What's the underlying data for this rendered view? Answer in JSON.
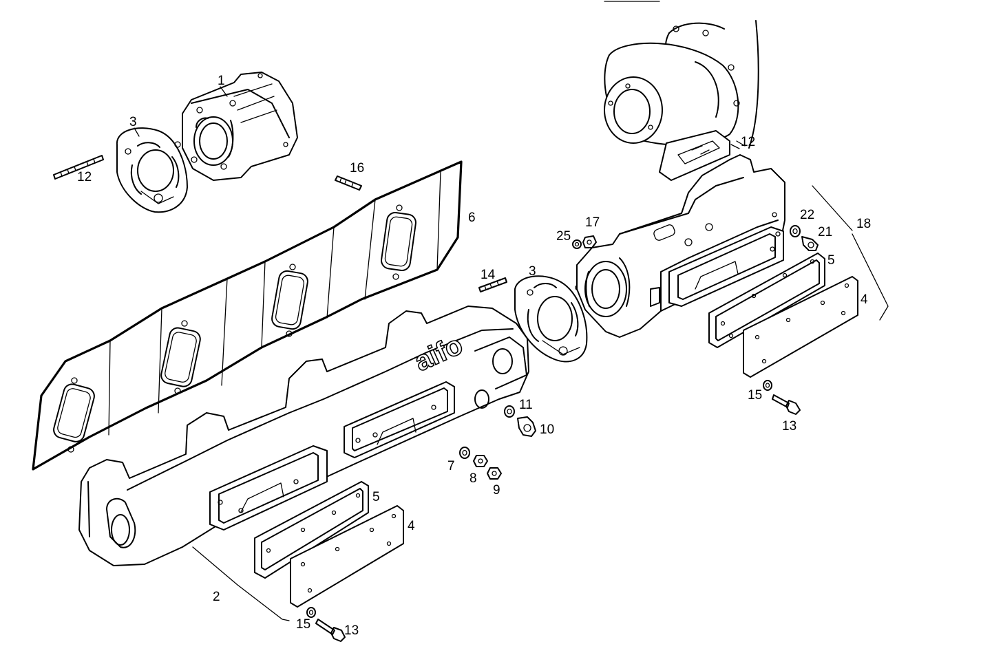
{
  "brand_mark": "aifo",
  "callouts": [
    {
      "id": "c1",
      "text": "1"
    },
    {
      "id": "c3a",
      "text": "3"
    },
    {
      "id": "c12a",
      "text": "12"
    },
    {
      "id": "c16",
      "text": "16"
    },
    {
      "id": "c6",
      "text": "6"
    },
    {
      "id": "c14",
      "text": "14"
    },
    {
      "id": "c3b",
      "text": "3"
    },
    {
      "id": "c25",
      "text": "25"
    },
    {
      "id": "c17",
      "text": "17"
    },
    {
      "id": "c12b",
      "text": "12"
    },
    {
      "id": "c22",
      "text": "22"
    },
    {
      "id": "c21",
      "text": "21"
    },
    {
      "id": "c18",
      "text": "18"
    },
    {
      "id": "c5a",
      "text": "5"
    },
    {
      "id": "c4a",
      "text": "4"
    },
    {
      "id": "c11",
      "text": "11"
    },
    {
      "id": "c10",
      "text": "10"
    },
    {
      "id": "c7",
      "text": "7"
    },
    {
      "id": "c8",
      "text": "8"
    },
    {
      "id": "c9",
      "text": "9"
    },
    {
      "id": "c5b",
      "text": "5"
    },
    {
      "id": "c4b",
      "text": "4"
    },
    {
      "id": "c2",
      "text": "2"
    },
    {
      "id": "c15a",
      "text": "15"
    },
    {
      "id": "c13a",
      "text": "13"
    },
    {
      "id": "c15b",
      "text": "15"
    },
    {
      "id": "c13b",
      "text": "13"
    }
  ]
}
